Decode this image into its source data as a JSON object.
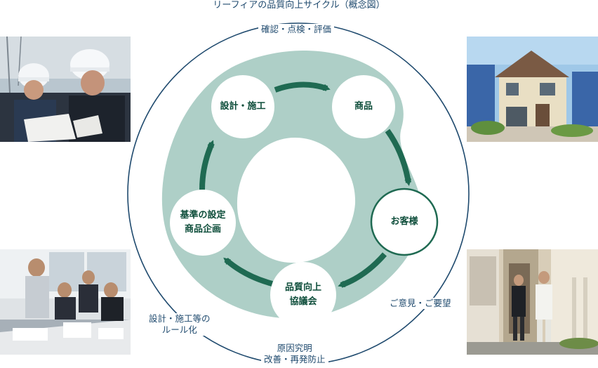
{
  "title": "リーフィアの品質向上サイクル（概念図）",
  "outer_labels": {
    "top": "確認・点検・評価",
    "bottom_line1": "原因究明",
    "bottom_line2": "改善・再発防止",
    "left_line1": "設計・施工等の",
    "left_line2": "ルール化",
    "right": "ご意見・ご要望"
  },
  "nodes": {
    "design": "設計・施工",
    "product": "商品",
    "customer": "お客様",
    "council_line1": "品質向上",
    "council_line2": "協議会",
    "standards_line1": "基準の設定",
    "standards_line2": "商品企画"
  },
  "colors": {
    "ring_blue": "#1f4a6e",
    "band_teal": "#aecfc7",
    "arrow_green": "#1f6a52",
    "node_border": "#1f6a52"
  },
  "photos": [
    "workers-in-hardhats",
    "house-exterior",
    "office-meeting",
    "customer-at-door"
  ]
}
